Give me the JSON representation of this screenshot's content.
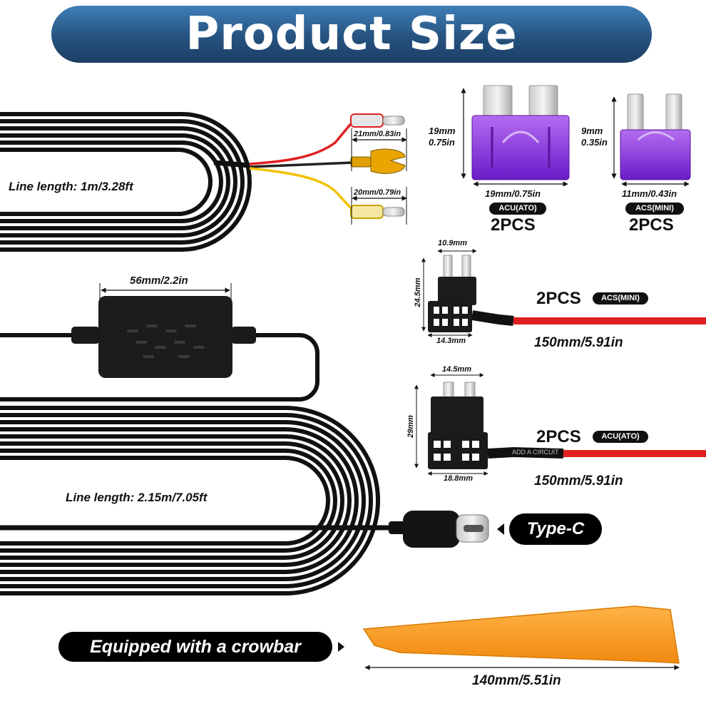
{
  "title": "Product Size",
  "cable_upper": {
    "line_length": "Line length: 1m/3.28ft",
    "terminal_a": "21mm/0.83in",
    "terminal_b": "20mm/0.79in"
  },
  "module": {
    "width": "56mm/2.2in"
  },
  "cable_lower": {
    "line_length": "Line length: 2.15m/7.05ft",
    "connector": "Type-C"
  },
  "fuse_ato": {
    "height": "19mm\n0.75in",
    "height_line1": "19mm",
    "height_line2": "0.75in",
    "width": "19mm/0.75in",
    "type": "ACU(ATO)",
    "qty": "2PCS"
  },
  "fuse_mini": {
    "height_line1": "9mm",
    "height_line2": "0.35in",
    "width": "11mm/0.43in",
    "type": "ACS(MINI)",
    "qty": "2PCS"
  },
  "tap_mini": {
    "top_width": "10.9mm",
    "height": "24.5mm",
    "bottom_width": "14.3mm",
    "qty": "2PCS",
    "type": "ACS(MINI)",
    "wire_length": "150mm/5.91in"
  },
  "tap_ato": {
    "top_width": "14.5mm",
    "height": "29mm",
    "bottom_width": "18.8mm",
    "qty": "2PCS",
    "type": "ACU(ATO)",
    "wire_length": "150mm/5.91in",
    "print": "ADD A CIRCUIT"
  },
  "crowbar": {
    "label": "Equipped with a crowbar",
    "length": "140mm/5.51in"
  },
  "colors": {
    "banner": "#26527f",
    "cable": "#111111",
    "fuse_purple": "#8a2be2",
    "wire_red": "#e02020",
    "crowbar_orange": "#f59a23"
  }
}
